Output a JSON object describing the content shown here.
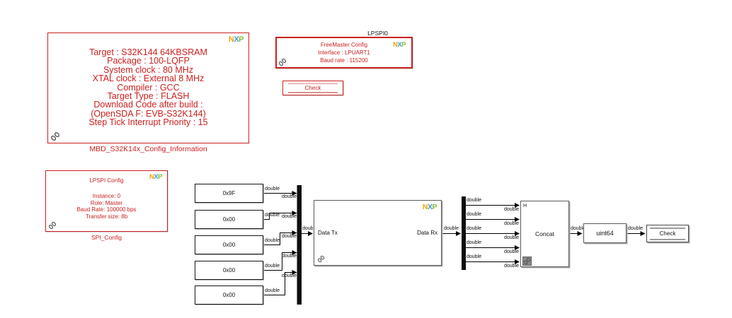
{
  "labels": {
    "signal_type": "double"
  },
  "logo": {
    "n": "N",
    "x": "X",
    "p": "P"
  },
  "blocks": {
    "config_info": {
      "info_lines": [
        "Target : S32K144 64KBSRAM",
        "Package : 100-LQFP",
        "System clock : 80 MHz",
        "XTAL clock : External 8 MHz",
        "Compiler : GCC",
        "Target Type : FLASH",
        "Download Code after build :",
        "(OpenSDA F: EVB-S32K144)",
        "Step Tick Interrupt Priority : 15"
      ],
      "caption": "MBD_S32K14x_Config_Information"
    },
    "freemaster": {
      "lines": [
        "FreeMaster Config",
        "Interface : LPUART1",
        "Baud rate : 115200"
      ]
    },
    "check_top": {
      "label": "Check"
    },
    "lpspi_config": {
      "title": "LPSPI Config",
      "lines": [
        "Instance: 0",
        "Role: Master",
        "Baud Rate: 100000 bps",
        "Transfer size: 8b"
      ],
      "caption": "SPI_Config"
    },
    "constants": [
      "0x9F",
      "0x00",
      "0x00",
      "0x00",
      "0x00"
    ],
    "lpspi0": {
      "title": "LPSPI0",
      "input_port": "Data Tx",
      "output_port": "Data Rx"
    },
    "concat": {
      "title": "Concat",
      "port_label": "H"
    },
    "uint64": {
      "label": "uint64"
    },
    "check_right": {
      "label": "Check"
    }
  },
  "colors": {
    "annotation_red": "#cc2020",
    "block_gray_border": "#5a5a5a",
    "wire_black": "#000000",
    "nxp_orange": "#f2a20d",
    "nxp_blue": "#3e9ec9",
    "nxp_green": "#84be3a"
  }
}
